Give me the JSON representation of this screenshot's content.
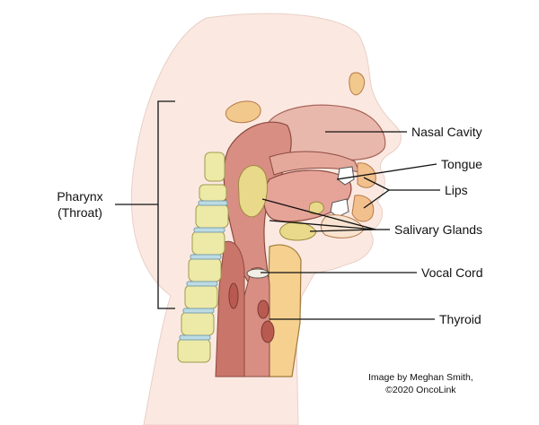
{
  "labels": {
    "nasal_cavity": "Nasal Cavity",
    "tongue": "Tongue",
    "lips": "Lips",
    "salivary_glands": "Salivary Glands",
    "vocal_cord": "Vocal Cord",
    "thyroid": "Thyroid",
    "pharynx": "Pharynx",
    "throat": "(Throat)"
  },
  "credit": {
    "line1": "Image by Meghan Smith,",
    "line2": "©2020 OncoLink"
  },
  "colors": {
    "skin": "#fbe9e1",
    "nasal": "#e9b8ad",
    "tissue": "#d88e83",
    "dark_tissue": "#b95a50",
    "cartilage": "#f5d08f",
    "vertebra": "#ede9a6",
    "disc": "#bcdbe4",
    "gland": "#e9d98a",
    "tooth": "#ffffff",
    "line": "#111111"
  }
}
